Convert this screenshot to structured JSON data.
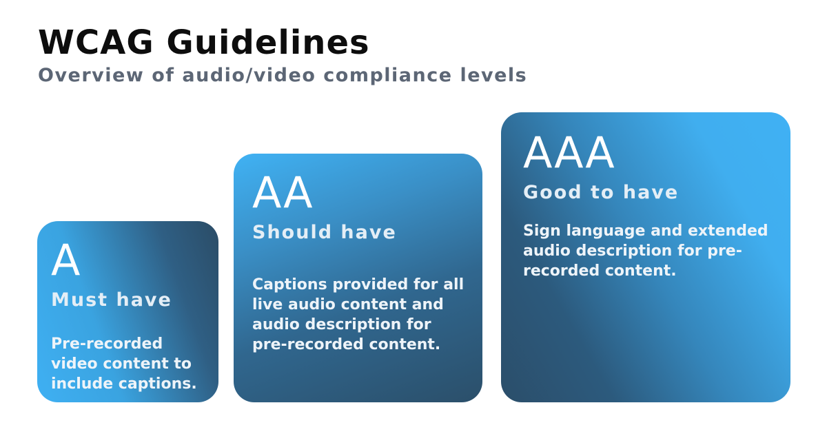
{
  "header": {
    "title": "WCAG Guidelines",
    "subtitle": "Overview of audio/video compliance levels"
  },
  "levels": [
    {
      "level": "A",
      "tag": "Must have",
      "description": "Pre-recorded video content to include captions."
    },
    {
      "level": "AA",
      "tag": "Should have",
      "description": "Captions provided for all live audio content and audio description for pre-recorded content."
    },
    {
      "level": "AAA",
      "tag": "Good to have",
      "description": "Sign language and extended audio description for pre-recorded content."
    }
  ],
  "colors": {
    "accent_light": "#40b2f4",
    "accent_dark": "#2b4e6a",
    "title": "#0d0d0d",
    "subtitle": "#5c6675"
  }
}
